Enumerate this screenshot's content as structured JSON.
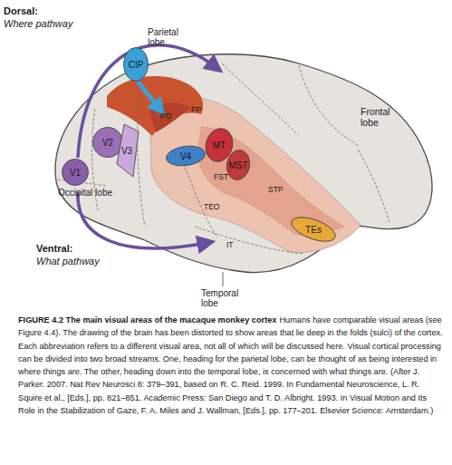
{
  "diagram": {
    "title": "FIGURE 4.2 The main visual areas of the macaque monkey cortex",
    "caption": "Humans have comparable visual areas (see Figure 4.4). The drawing of the brain has been distorted to show areas that lie deep in the folds (sulci) of the cortex. Each abbreviation refers to a different visual area, not all of which will be discussed here. Visual cortical processing can be divided into two broad streams. One, heading for the parietal lobe, can be thought of as being interested in where things are. The other, heading down into the temporal lobe, is concerned with what things are. (After J. Parker. 2007. Nat Rev Neurosci 8: 379–391, based on R. C. Reid. 1999. In Fundamental Neuroscience, L. R. Squire et al., [Eds.], pp. 821–851. Academic Press: San Diego and T. D. Albright. 1993. In Visual Motion and Its Role in the Stabilization of Gaze, F. A. Miles and J. Wallman, [Eds.], pp. 177–201. Elsevier Science: Amsterdam.)",
    "nodes": [
      {
        "text": [
          "CIP"
        ]
      },
      {
        "text": [
          "V2"
        ]
      },
      {
        "text": [
          "V3"
        ]
      },
      {
        "text": [
          "MT"
        ]
      },
      {
        "text": [
          "V4"
        ]
      },
      {
        "text": [
          "MST"
        ]
      },
      {
        "text": [
          "V1"
        ]
      },
      {
        "text": [
          "TEs"
        ]
      }
    ],
    "labels": [
      "Dorsal:",
      "Where pathway",
      "Parietal lobe",
      "PO",
      "PP",
      "Frontal lobe",
      "Occipital lobe",
      "FST",
      "STP",
      "TEO",
      "IT",
      "Ventral:",
      "What pathway",
      "Temporal lobe"
    ]
  }
}
